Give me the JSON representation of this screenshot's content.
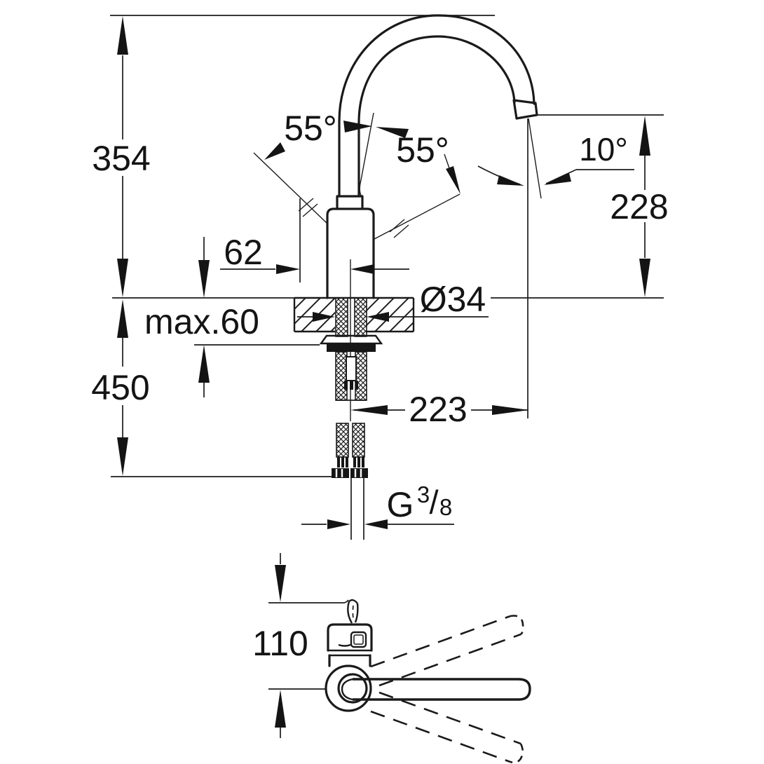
{
  "drawing": {
    "type": "faucet-installation-dimension-diagram",
    "background_color": "#ffffff",
    "line_color": "#1a1a1a",
    "labels": {
      "overall_height": "354",
      "below_counter_height": "450",
      "max_counter_thickness": "max.60",
      "center_offset": "62",
      "hole_diameter": "Ø34",
      "spout_height": "228",
      "spout_reach": "223",
      "swivel_angle_left": "55°",
      "swivel_angle_right": "55°",
      "spray_angle": "10°",
      "handle_length": "110",
      "thread": {
        "prefix": "G",
        "numerator": "3",
        "slash": "/",
        "denominator": "8"
      }
    }
  }
}
